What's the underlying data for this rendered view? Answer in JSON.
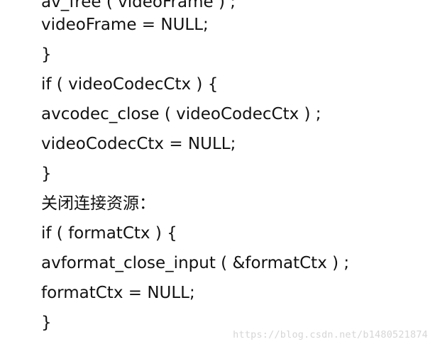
{
  "lines": [
    "av_free ( videoFrame ) ;",
    "videoFrame = NULL;",
    "}",
    "if ( videoCodecCtx ) {",
    "avcodec_close ( videoCodecCtx ) ;",
    "videoCodecCtx = NULL;",
    "}",
    "关闭连接资源：",
    "if ( formatCtx ) {",
    "avformat_close_input ( &formatCtx ) ;",
    "formatCtx = NULL;",
    "}"
  ],
  "watermark": "https://blog.csdn.net/b1480521874"
}
